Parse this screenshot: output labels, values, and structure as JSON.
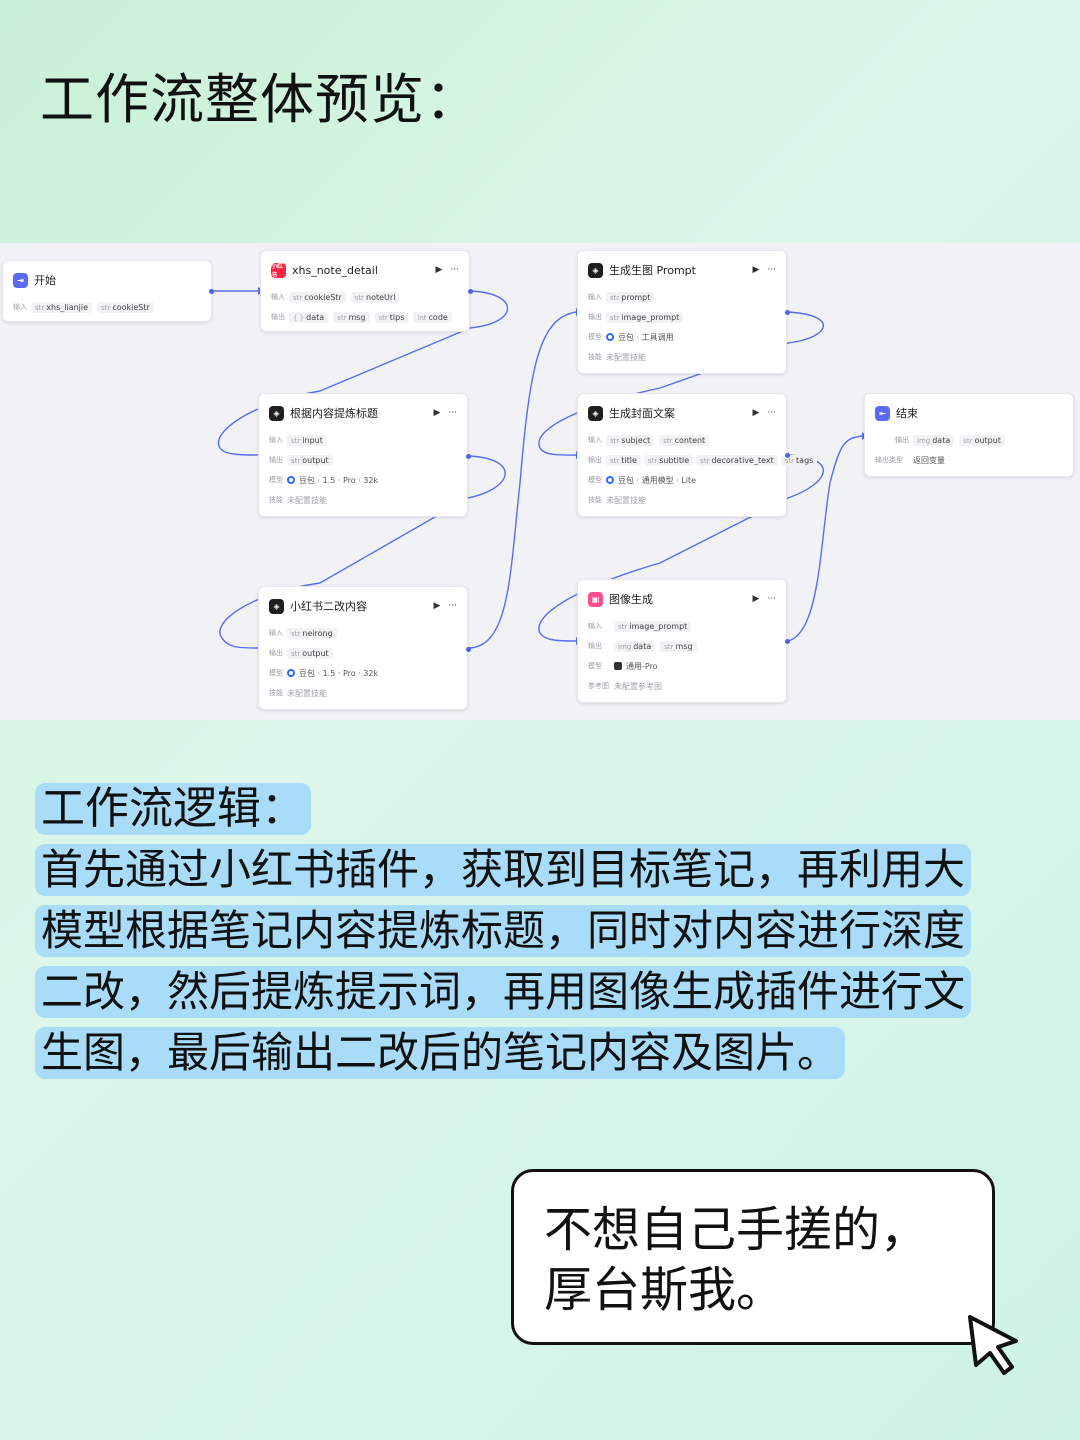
{
  "page_title": "工作流整体预览：",
  "workflow": {
    "start": {
      "title": "开始",
      "input_label": "输入",
      "inputs": [
        {
          "type": "str",
          "name": "xhs_lianjie"
        },
        {
          "type": "str",
          "name": "cookieStr"
        }
      ]
    },
    "xhs_note_detail": {
      "title": "xhs_note_detail",
      "input_label": "输入",
      "output_label": "输出",
      "inputs": [
        {
          "type": "str",
          "name": "cookieStr"
        },
        {
          "type": "str",
          "name": "noteUrl"
        }
      ],
      "outputs": [
        {
          "type": "{ }",
          "name": "data"
        },
        {
          "type": "str",
          "name": "msg"
        },
        {
          "type": "str",
          "name": "tips"
        },
        {
          "type": "int",
          "name": "code"
        }
      ]
    },
    "extract_title": {
      "title": "根据内容提炼标题",
      "input_label": "输入",
      "output_label": "输出",
      "model_label": "模型",
      "skill_label": "技能",
      "inputs": [
        {
          "type": "str",
          "name": "input"
        }
      ],
      "outputs": [
        {
          "type": "str",
          "name": "output"
        }
      ],
      "model": "豆包 · 1.5 · Pro · 32k",
      "skill": "未配置技能"
    },
    "rewrite": {
      "title": "小红书二改内容",
      "input_label": "输入",
      "output_label": "输出",
      "model_label": "模型",
      "skill_label": "技能",
      "inputs": [
        {
          "type": "str",
          "name": "neirong"
        }
      ],
      "outputs": [
        {
          "type": "str",
          "name": "output"
        }
      ],
      "model": "豆包 · 1.5 · Pro · 32k",
      "skill": "未配置技能"
    },
    "gen_prompt": {
      "title": "生成生图 Prompt",
      "input_label": "输入",
      "output_label": "输出",
      "model_label": "模型",
      "skill_label": "技能",
      "inputs": [
        {
          "type": "str",
          "name": "prompt"
        }
      ],
      "outputs": [
        {
          "type": "str",
          "name": "image_prompt"
        }
      ],
      "model": "豆包 · 工具调用",
      "skill": "未配置技能"
    },
    "gen_cover": {
      "title": "生成封面文案",
      "input_label": "输入",
      "output_label": "输出",
      "model_label": "模型",
      "skill_label": "技能",
      "inputs": [
        {
          "type": "str",
          "name": "subject"
        },
        {
          "type": "str",
          "name": "content"
        }
      ],
      "outputs": [
        {
          "type": "str",
          "name": "title"
        },
        {
          "type": "str",
          "name": "subtitle"
        },
        {
          "type": "str",
          "name": "decorative_text"
        },
        {
          "type": "str",
          "name": "tags"
        }
      ],
      "model": "豆包 · 通用模型 · Lite",
      "skill": "未配置技能"
    },
    "image_gen": {
      "title": "图像生成",
      "input_label": "输入",
      "output_label": "输出",
      "model_label": "模型",
      "ref_label": "参考图",
      "inputs": [
        {
          "type": "str",
          "name": "image_prompt"
        }
      ],
      "outputs": [
        {
          "type": "img",
          "name": "data"
        },
        {
          "type": "str",
          "name": "msg"
        }
      ],
      "model": "通用-Pro",
      "ref": "未配置参考图"
    },
    "end": {
      "title": "结束",
      "output_label": "输出",
      "output_type_label": "输出类型",
      "outputs": [
        {
          "type": "img",
          "name": "data"
        },
        {
          "type": "str",
          "name": "output"
        }
      ],
      "output_type": "返回变量"
    },
    "run_glyph": "▶",
    "more_glyph": "···"
  },
  "logic": {
    "heading": "工作流逻辑：",
    "lines": [
      "首先通过小红书插件，获取到目标笔记，再利用大",
      "模型根据笔记内容提炼标题，同时对内容进行深度",
      "二改，然后提炼提示词，再用图像生成插件进行文",
      "生图，最后输出二改后的笔记内容及图片。"
    ]
  },
  "callout": {
    "line1": "不想自己手搓的，",
    "line2": "厚台斯我。"
  },
  "icons": {
    "cursor": "cursor-arrow-icon"
  },
  "colors": {
    "highlight": "#a9dcf9",
    "port": "#4d63f0",
    "wire": "#5a6cf0"
  }
}
